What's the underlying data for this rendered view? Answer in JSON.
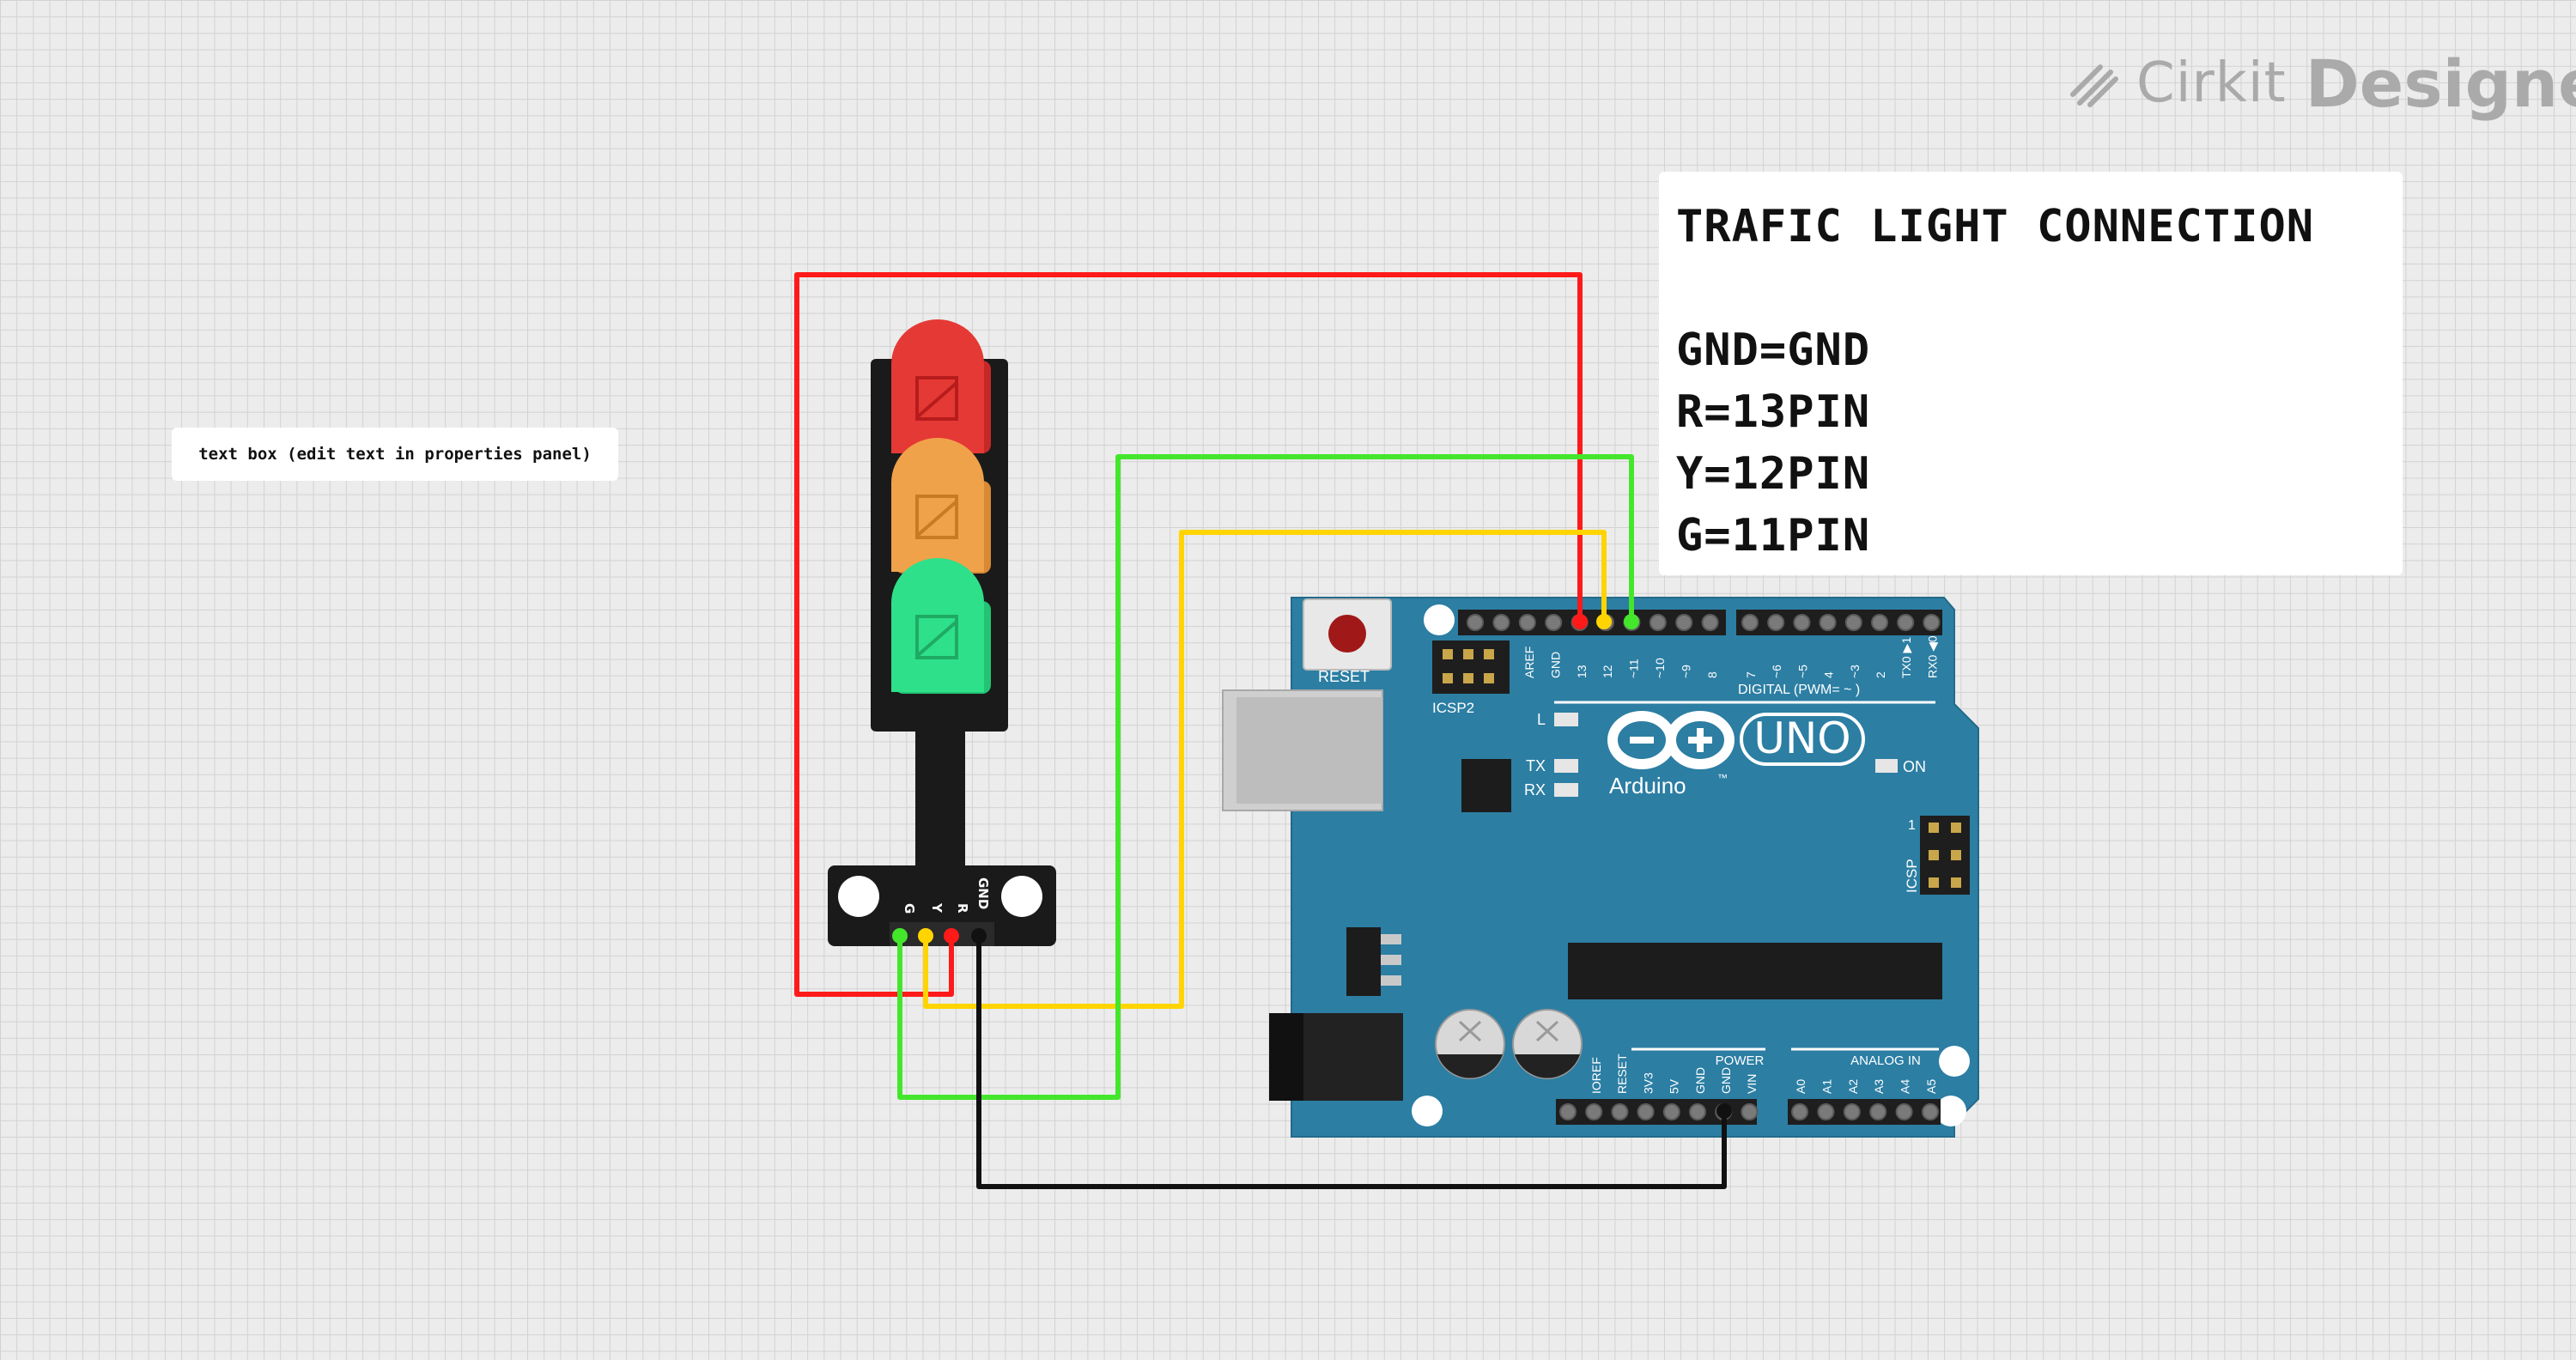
{
  "watermark": {
    "brand": "Cirkit",
    "product": "Designer"
  },
  "text_box": {
    "text": "text box (edit text in properties panel)"
  },
  "note": {
    "title": "TRAFIC LIGHT CONNECTION",
    "lines": [
      "GND=GND",
      "R=13PIN",
      "Y=12PIN",
      "G=11PIN"
    ]
  },
  "traffic_light": {
    "pin_labels": [
      "G",
      "Y",
      "R",
      "GND"
    ],
    "led_colors": {
      "red": "#e53935",
      "yellow": "#f0a24a",
      "green": "#2ee08a"
    }
  },
  "arduino": {
    "reset_label": "RESET",
    "icsp2_label": "ICSP2",
    "icsp_label": "ICSP",
    "icsp_pin1": "1",
    "led_labels": {
      "l": "L",
      "tx": "TX",
      "rx": "RX",
      "on": "ON"
    },
    "logo_text": "Arduino",
    "logo_uno": "UNO",
    "logo_tm": "™",
    "digital_label": "DIGITAL (PWM= ~ )",
    "digital_pins_left": [
      "AREF",
      "GND",
      "13",
      "12",
      "~11",
      "~10",
      "~9",
      "8"
    ],
    "digital_pins_right": [
      "7",
      "~6",
      "~5",
      "4",
      "~3",
      "2",
      "TX0 ▶1",
      "RX0 ◀0"
    ],
    "power_label": "POWER",
    "analog_label": "ANALOG IN",
    "power_pins": [
      "IOREF",
      "RESET",
      "3V3",
      "5V",
      "GND",
      "GND",
      "VIN"
    ],
    "analog_pins": [
      "A0",
      "A1",
      "A2",
      "A3",
      "A4",
      "A5"
    ],
    "board_color": "#2c7ea3"
  },
  "wire_colors": {
    "red": "#ff1a1a",
    "yellow": "#ffd400",
    "green": "#44e62c",
    "black": "#111111"
  }
}
